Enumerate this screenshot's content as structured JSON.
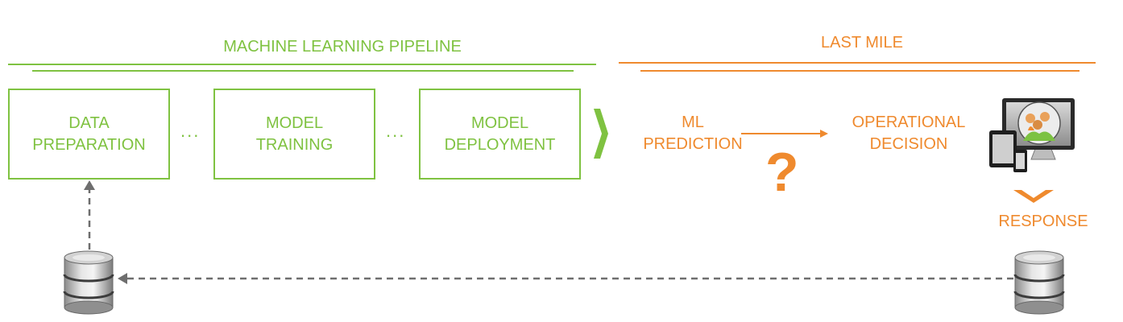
{
  "colors": {
    "pipeline": "#7fc241",
    "last_mile": "#ef8a2e",
    "arrow": "#6e6e6e"
  },
  "headers": {
    "pipeline": "MACHINE LEARNING PIPELINE",
    "last_mile": "LAST MILE"
  },
  "stages": [
    {
      "line1": "DATA",
      "line2": "PREPARATION"
    },
    {
      "line1": "MODEL",
      "line2": "TRAINING"
    },
    {
      "line1": "MODEL",
      "line2": "DEPLOYMENT"
    }
  ],
  "ellipsis": [
    "...",
    "..."
  ],
  "last_mile": {
    "prediction": {
      "line1": "ML",
      "line2": "PREDICTION"
    },
    "decision": {
      "line1": "OPERATIONAL",
      "line2": "DECISION"
    },
    "question": "?",
    "response": "RESPONSE"
  },
  "icons": [
    "chevron-right-icon",
    "chevron-down-icon",
    "database-icon",
    "devices-icon",
    "arrow-right-icon"
  ]
}
